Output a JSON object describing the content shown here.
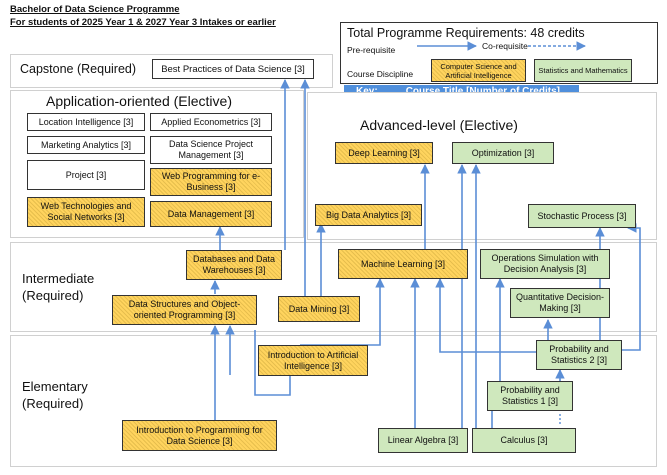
{
  "header": {
    "line1": "Bachelor of Data Science Programme",
    "line2": "For students of 2025 Year 1 & 2027 Year 3 Intakes or earlier"
  },
  "legend": {
    "total": "Total Programme Requirements: 48 credits",
    "prereq": "Pre-requisite",
    "coreq": "Co-requisite",
    "discipline": "Course Discipline",
    "cs": "Computer Science and Artificial Intelligence",
    "stats": "Statistics and Mathematics",
    "key_label": "Key:",
    "key_text": "Course Title [Number of Credits]"
  },
  "sections": {
    "capstone": "Capstone (Required)",
    "application": "Application-oriented (Elective)",
    "advanced": "Advanced-level (Elective)",
    "intermediate": "Intermediate (Required)",
    "elementary": "Elementary (Required)"
  },
  "courses": {
    "best_practices": "Best Practices of Data Science [3]",
    "location_intel": "Location Intelligence [3]",
    "applied_econ": "Applied Econometrics [3]",
    "marketing": "Marketing Analytics [3]",
    "ds_project_mgmt": "Data Science Project Management [3]",
    "project": "Project [3]",
    "web_prog": "Web Programming for e-Business [3]",
    "web_tech": "Web Technologies and Social Networks [3]",
    "data_mgmt": "Data Management [3]",
    "deep_learning": "Deep Learning [3]",
    "optimization": "Optimization [3]",
    "big_data": "Big Data Analytics [3]",
    "stochastic": "Stochastic Process [3]",
    "databases": "Databases and Data Warehouses [3]",
    "machine_learning": "Machine Learning [3]",
    "ops_sim": "Operations Simulation with Decision Analysis [3]",
    "quant": "Quantitative Decision-Making [3]",
    "data_struct": "Data Structures and Object-oriented Programming [3]",
    "data_mining": "Data Mining [3]",
    "intro_ai": "Introduction to Artificial Intelligence [3]",
    "prob_stats2": "Probability and Statistics 2 [3]",
    "prob_stats1": "Probability and Statistics 1 [3]",
    "intro_prog": "Introduction to Programming for Data Science [3]",
    "linear_algebra": "Linear Algebra [3]",
    "calculus": "Calculus [3]"
  },
  "colors": {
    "cs": "#ffd45e",
    "stats": "#cfe8bd",
    "arrow": "#5b8ed6",
    "key": "#4f8fdc"
  }
}
